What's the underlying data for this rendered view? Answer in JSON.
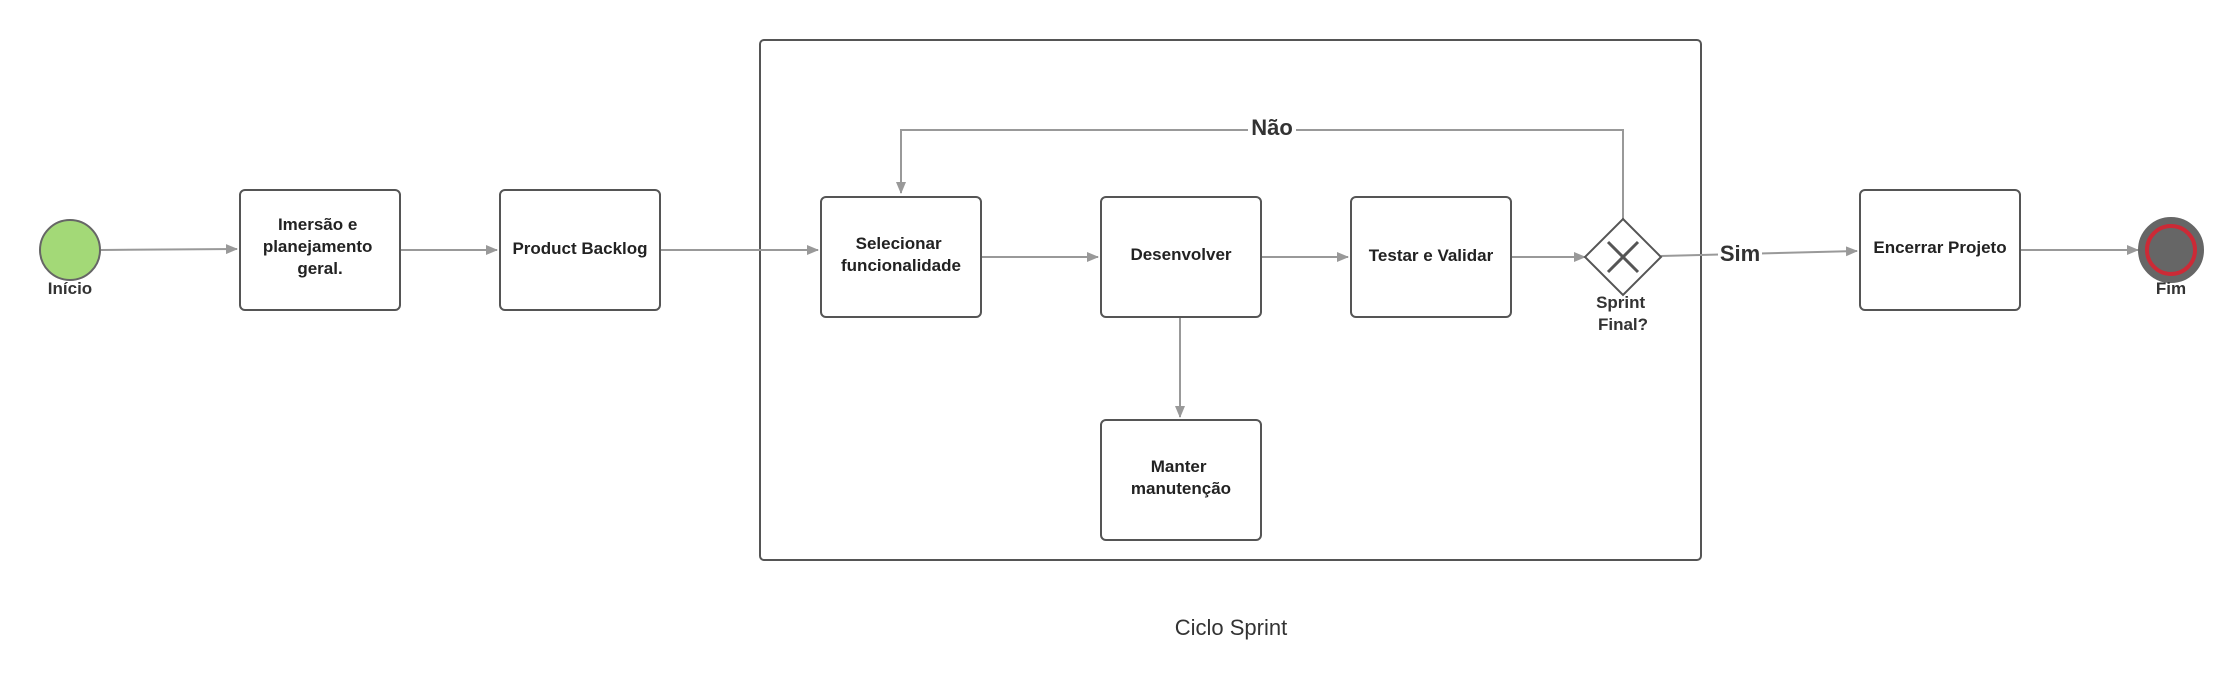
{
  "colors": {
    "start_fill": "#a3d977",
    "end_fill": "#666666",
    "end_ring": "#cc2a36",
    "edge": "#999999",
    "border": "#555555"
  },
  "events": {
    "start_label": "Início",
    "end_label": "Fim"
  },
  "tasks": {
    "imersao": [
      "Imersão e",
      "planejamento",
      "geral."
    ],
    "backlog": [
      "Product Backlog"
    ],
    "selecionar": [
      "Selecionar",
      "funcionalidade"
    ],
    "desenvolver": [
      "Desenvolver"
    ],
    "testar": [
      "Testar e Validar"
    ],
    "manter": [
      "Manter",
      "manutenção"
    ],
    "encerrar": [
      "Encerrar Projeto"
    ]
  },
  "gateway": {
    "label": [
      "Sprint",
      "Final?"
    ],
    "icon": "x-icon"
  },
  "edges": {
    "no_label": "Não",
    "yes_label": "Sim"
  },
  "group": {
    "caption": "Ciclo Sprint"
  }
}
